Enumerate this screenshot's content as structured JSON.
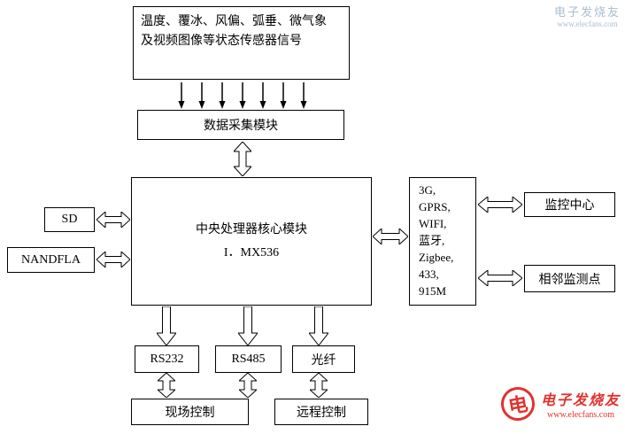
{
  "diagram": {
    "sensor_box": {
      "line1": "温度、覆冰、风偏、弧垂、微气象",
      "line2": "及视频图像等状态传感器信号"
    },
    "daq_box": {
      "label": "数据采集模块"
    },
    "cpu_box": {
      "line1": "中央处理器核心模块",
      "line2": "I．MX536"
    },
    "sd_box": {
      "label": "SD"
    },
    "nandfla_box": {
      "label": "NANDFLA"
    },
    "comm_box": {
      "lines": [
        "3G,",
        "GPRS,",
        "WIFI,",
        "蓝牙,",
        "Zigbee,",
        "433,",
        "915M"
      ]
    },
    "monitor_center_box": {
      "label": "监控中心"
    },
    "adjacent_box": {
      "label": "相邻监测点"
    },
    "rs232_box": {
      "label": "RS232"
    },
    "rs485_box": {
      "label": "RS485"
    },
    "fiber_box": {
      "label": "光纤"
    },
    "field_control_box": {
      "label": "现场控制"
    },
    "remote_control_box": {
      "label": "远程控制"
    }
  },
  "watermark_top": {
    "title": "电子发烧友",
    "url": "www.elecfans.com"
  },
  "brand_bottom": {
    "logo_char": "电",
    "title": "电子发烧友",
    "url": "www.elecfans.com"
  },
  "colors": {
    "line": "#000000",
    "background": "#ffffff",
    "watermark_top_text": "#a9bdd1",
    "brand_red": "#e2322e"
  }
}
